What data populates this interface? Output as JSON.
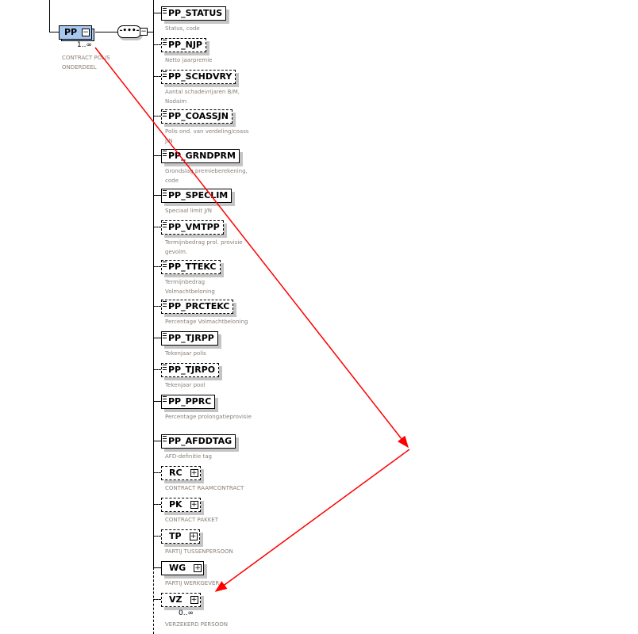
{
  "parent": {
    "name": "PP",
    "cardinality": "1..∞",
    "description": "CONTRACT POLIS ONDERDEEL",
    "color": "#a8c8f0"
  },
  "compositor": {
    "type": "sequence",
    "icon": "sequence-icon"
  },
  "children": [
    {
      "name": "PP_STATUS",
      "optional": false,
      "complex": false,
      "description": "Status, code"
    },
    {
      "name": "PP_NJP",
      "optional": true,
      "complex": false,
      "description": "Netto jaarpremie"
    },
    {
      "name": "PP_SCHDVRY",
      "optional": true,
      "complex": false,
      "description": "Aantal schadevrijaren B/M, Nodaim"
    },
    {
      "name": "PP_COASSJN",
      "optional": true,
      "complex": false,
      "description": "Polis ond. van verdeling/coass J/N"
    },
    {
      "name": "PP_GRNDPRM",
      "optional": false,
      "complex": false,
      "description": "Grondslag premieberekening, code"
    },
    {
      "name": "PP_SPECLIM",
      "optional": false,
      "complex": false,
      "description": "Speciaal limit J/N"
    },
    {
      "name": "PP_VMTPP",
      "optional": true,
      "complex": false,
      "description": "Termijnbedrag prol. provisie gevolm."
    },
    {
      "name": "PP_TTEKC",
      "optional": true,
      "complex": false,
      "description": "Termijnbedrag Volmachtbeloning"
    },
    {
      "name": "PP_PRCTEKC",
      "optional": true,
      "complex": false,
      "description": "Percentage Volmachtbeloning"
    },
    {
      "name": "PP_TJRPP",
      "optional": false,
      "complex": false,
      "description": "Tekenjaar polis"
    },
    {
      "name": "PP_TJRPO",
      "optional": true,
      "complex": false,
      "description": "Tekenjaar pool"
    },
    {
      "name": "PP_PPRC",
      "optional": false,
      "complex": false,
      "description": "Percentage prolongatieprovisie"
    },
    {
      "name": "PP_AFDDTAG",
      "optional": false,
      "complex": false,
      "description": "AFD-definitie tag"
    },
    {
      "name": "RC",
      "optional": true,
      "complex": true,
      "description": "CONTRACT RAAMCONTRACT"
    },
    {
      "name": "PK",
      "optional": true,
      "complex": true,
      "description": "CONTRACT PAKKET"
    },
    {
      "name": "TP",
      "optional": true,
      "complex": true,
      "description": "PARTIJ TUSSENPERSOON"
    },
    {
      "name": "WG",
      "optional": false,
      "complex": true,
      "description": "PARTIJ WERKGEVER"
    },
    {
      "name": "VZ",
      "optional": true,
      "complex": true,
      "description": "VERZEKERD PERSOON",
      "cardinality": "0..∞"
    }
  ],
  "arrow_color": "#ff0000"
}
